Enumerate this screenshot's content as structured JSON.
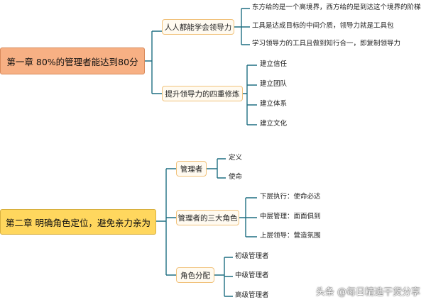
{
  "chapter1": {
    "title": "第一章 80%的管理者能达到80分",
    "branches": [
      {
        "label": "人人都能学会领导力",
        "leaves": [
          "东方给的是一个高境界，西方给的是到达这个境界的阶梯",
          "工具是达成目标的中间介质，领导力就是工具包",
          "学习领导力的工具且做到知行合一，即复制领导力"
        ]
      },
      {
        "label": "提升领导力的四重修炼",
        "leaves": [
          "建立信任",
          "建立团队",
          "建立体系",
          "建立文化"
        ]
      }
    ]
  },
  "chapter2": {
    "title": "第二章 明确角色定位，避免亲力亲为",
    "branches": [
      {
        "label": "管理者",
        "leaves": [
          "定义",
          "使命"
        ]
      },
      {
        "label": "管理者的三大角色",
        "leaves": [
          "下层执行：使命必达",
          "中层管理：面面俱到",
          "上层领导：营造氛围"
        ]
      },
      {
        "label": "角色分配",
        "leaves": [
          "初级管理者",
          "中级管理者",
          "高级管理者"
        ]
      }
    ]
  },
  "watermark": "头条 @每日精选干货分享",
  "colors": {
    "connector": "#1f6f82",
    "root1": "#f7b084",
    "root2": "#ffd75e",
    "branch_border": "#f1c27b"
  }
}
